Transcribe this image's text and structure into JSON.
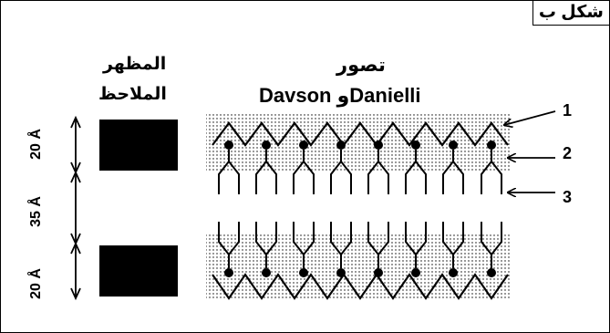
{
  "figure": {
    "label": "شكل ب",
    "model_title_line1": "تصور",
    "model_title_line2": "Davson وDanielli",
    "observed_line1": "المظهر",
    "observed_line2": "الملاحظ"
  },
  "thickness_labels": {
    "top": "20 Å",
    "middle": "35 Å",
    "bottom": "20 Å"
  },
  "callouts": [
    "1",
    "2",
    "3"
  ],
  "colors": {
    "ink": "#000000",
    "background": "#ffffff",
    "stipple": "#000000"
  }
}
